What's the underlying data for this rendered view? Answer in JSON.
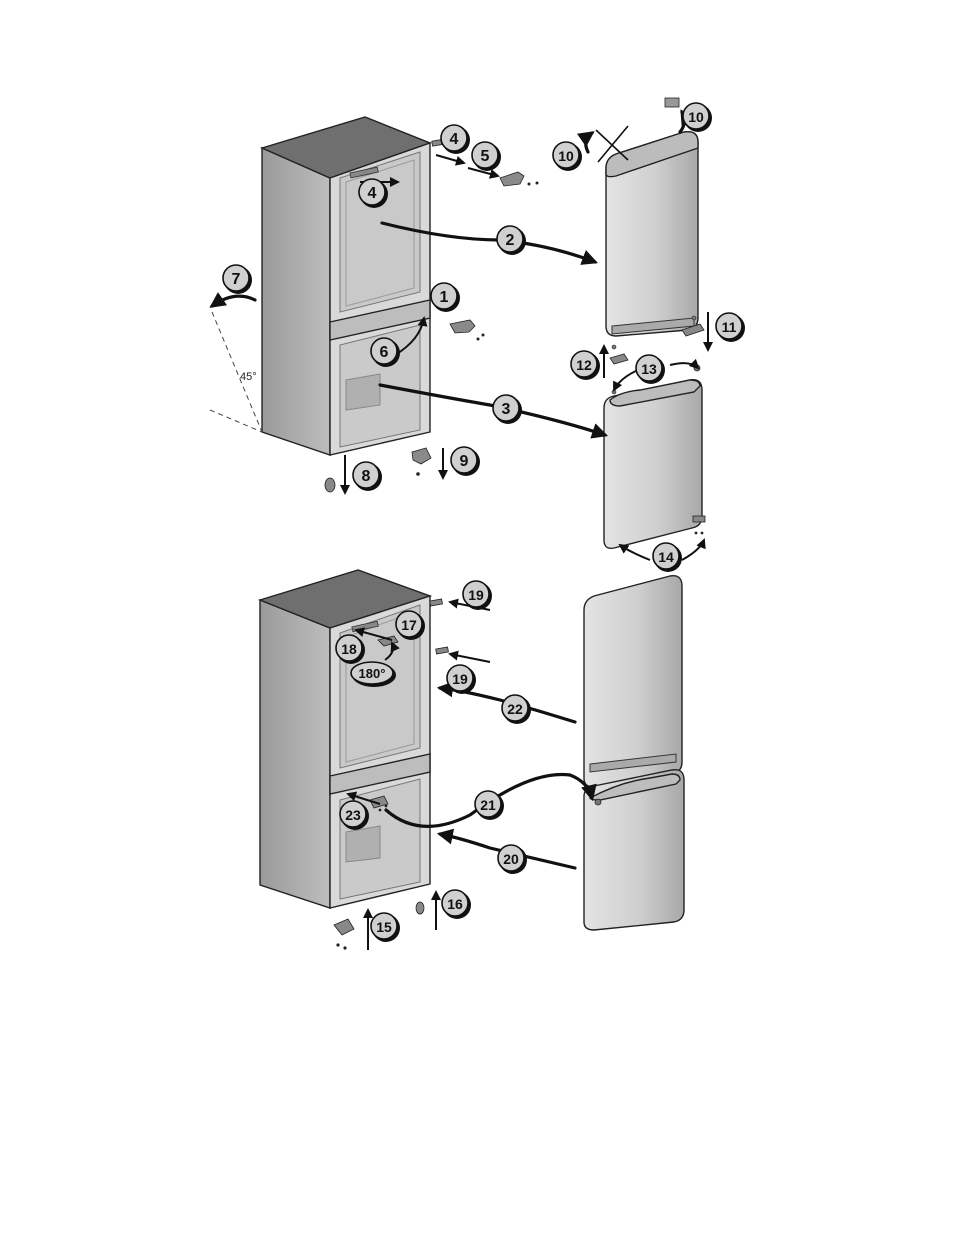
{
  "steps": {
    "s1": "1",
    "s2": "2",
    "s3": "3",
    "s4a": "4",
    "s4b": "4",
    "s5": "5",
    "s6": "6",
    "s7": "7",
    "s8": "8",
    "s9": "9",
    "s10a": "10",
    "s10b": "10",
    "s11": "11",
    "s12": "12",
    "s13": "13",
    "s14": "14",
    "s15": "15",
    "s16": "16",
    "s17": "17",
    "s18": "18",
    "s19a": "19",
    "s19b": "19",
    "s20": "20",
    "s21": "21",
    "s22": "22",
    "s23": "23"
  },
  "angles": {
    "tilt": "45°",
    "rotate": "180°"
  },
  "colors": {
    "cabinet_side": "#a9a9a9",
    "cabinet_top": "#6f6f6f",
    "cabinet_front": "#d6d6d6",
    "door": "#cfcfcf",
    "badge": "#d0d0d0",
    "ink": "#111111"
  }
}
